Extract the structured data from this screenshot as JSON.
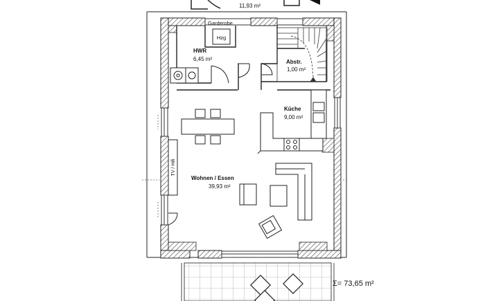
{
  "rooms": {
    "top_room_area": "11,93 m²",
    "garderobe": "Garderobe",
    "hzg": "Hzg",
    "hwr_name": "HWR",
    "hwr_area": "6,45 m²",
    "abstr_name": "Abstr.",
    "abstr_area": "1,00 m²",
    "kueche_name": "Küche",
    "kueche_area": "9,00 m²",
    "wohnen_name": "Wohnen / Essen",
    "wohnen_area": "39,93 m²",
    "tv_label": "TV / Hifi"
  },
  "total": "Σ= 73,65 m²"
}
